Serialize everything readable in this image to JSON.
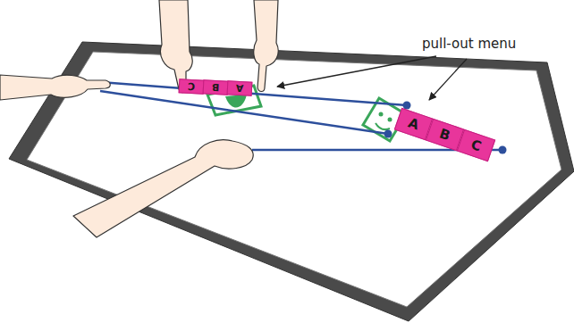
{
  "diagram": {
    "nodes": [
      {
        "text": [
          "C"
        ]
      },
      {
        "text": [
          "B"
        ]
      },
      {
        "text": [
          "A"
        ]
      },
      {
        "text": [
          "A"
        ]
      },
      {
        "text": [
          "B"
        ]
      },
      {
        "text": [
          "C"
        ]
      }
    ],
    "labels": [
      "pull-out menu"
    ]
  }
}
